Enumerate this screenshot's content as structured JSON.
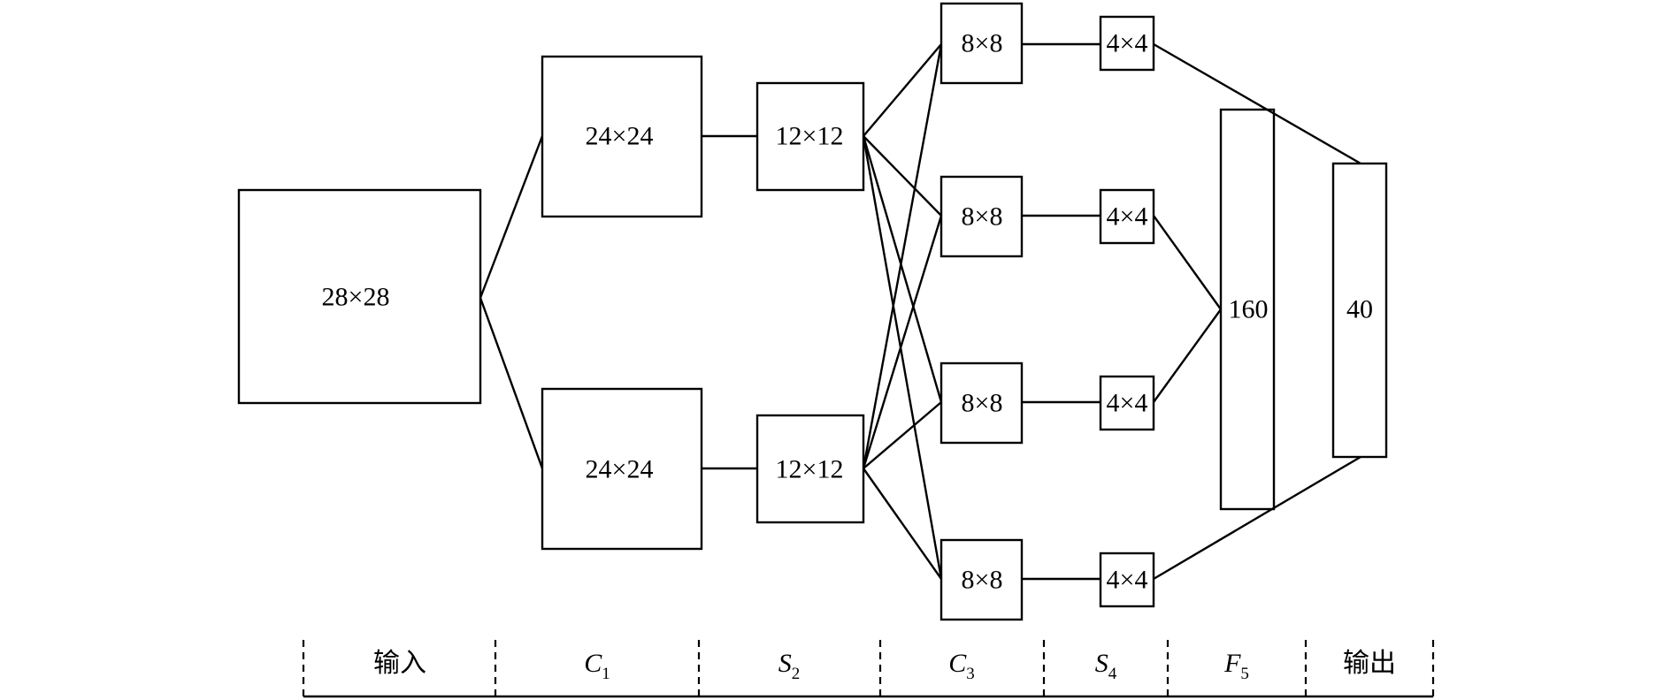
{
  "colors": {
    "stroke": "#000000",
    "background": "#ffffff"
  },
  "nodes": {
    "input": "28×28",
    "c1_top": "24×24",
    "c1_bottom": "24×24",
    "s2_top": "12×12",
    "s2_bottom": "12×12",
    "c3_1": "8×8",
    "c3_2": "8×8",
    "c3_3": "8×8",
    "c3_4": "8×8",
    "s4_1": "4×4",
    "s4_2": "4×4",
    "s4_3": "4×4",
    "s4_4": "4×4",
    "f5": "160",
    "output": "40"
  },
  "stages": {
    "input": "输入",
    "c1": {
      "letter": "C",
      "sub": "1"
    },
    "s2": {
      "letter": "S",
      "sub": "2"
    },
    "c3": {
      "letter": "C",
      "sub": "3"
    },
    "s4": {
      "letter": "S",
      "sub": "4"
    },
    "f5": {
      "letter": "F",
      "sub": "5"
    },
    "output": "输出"
  }
}
